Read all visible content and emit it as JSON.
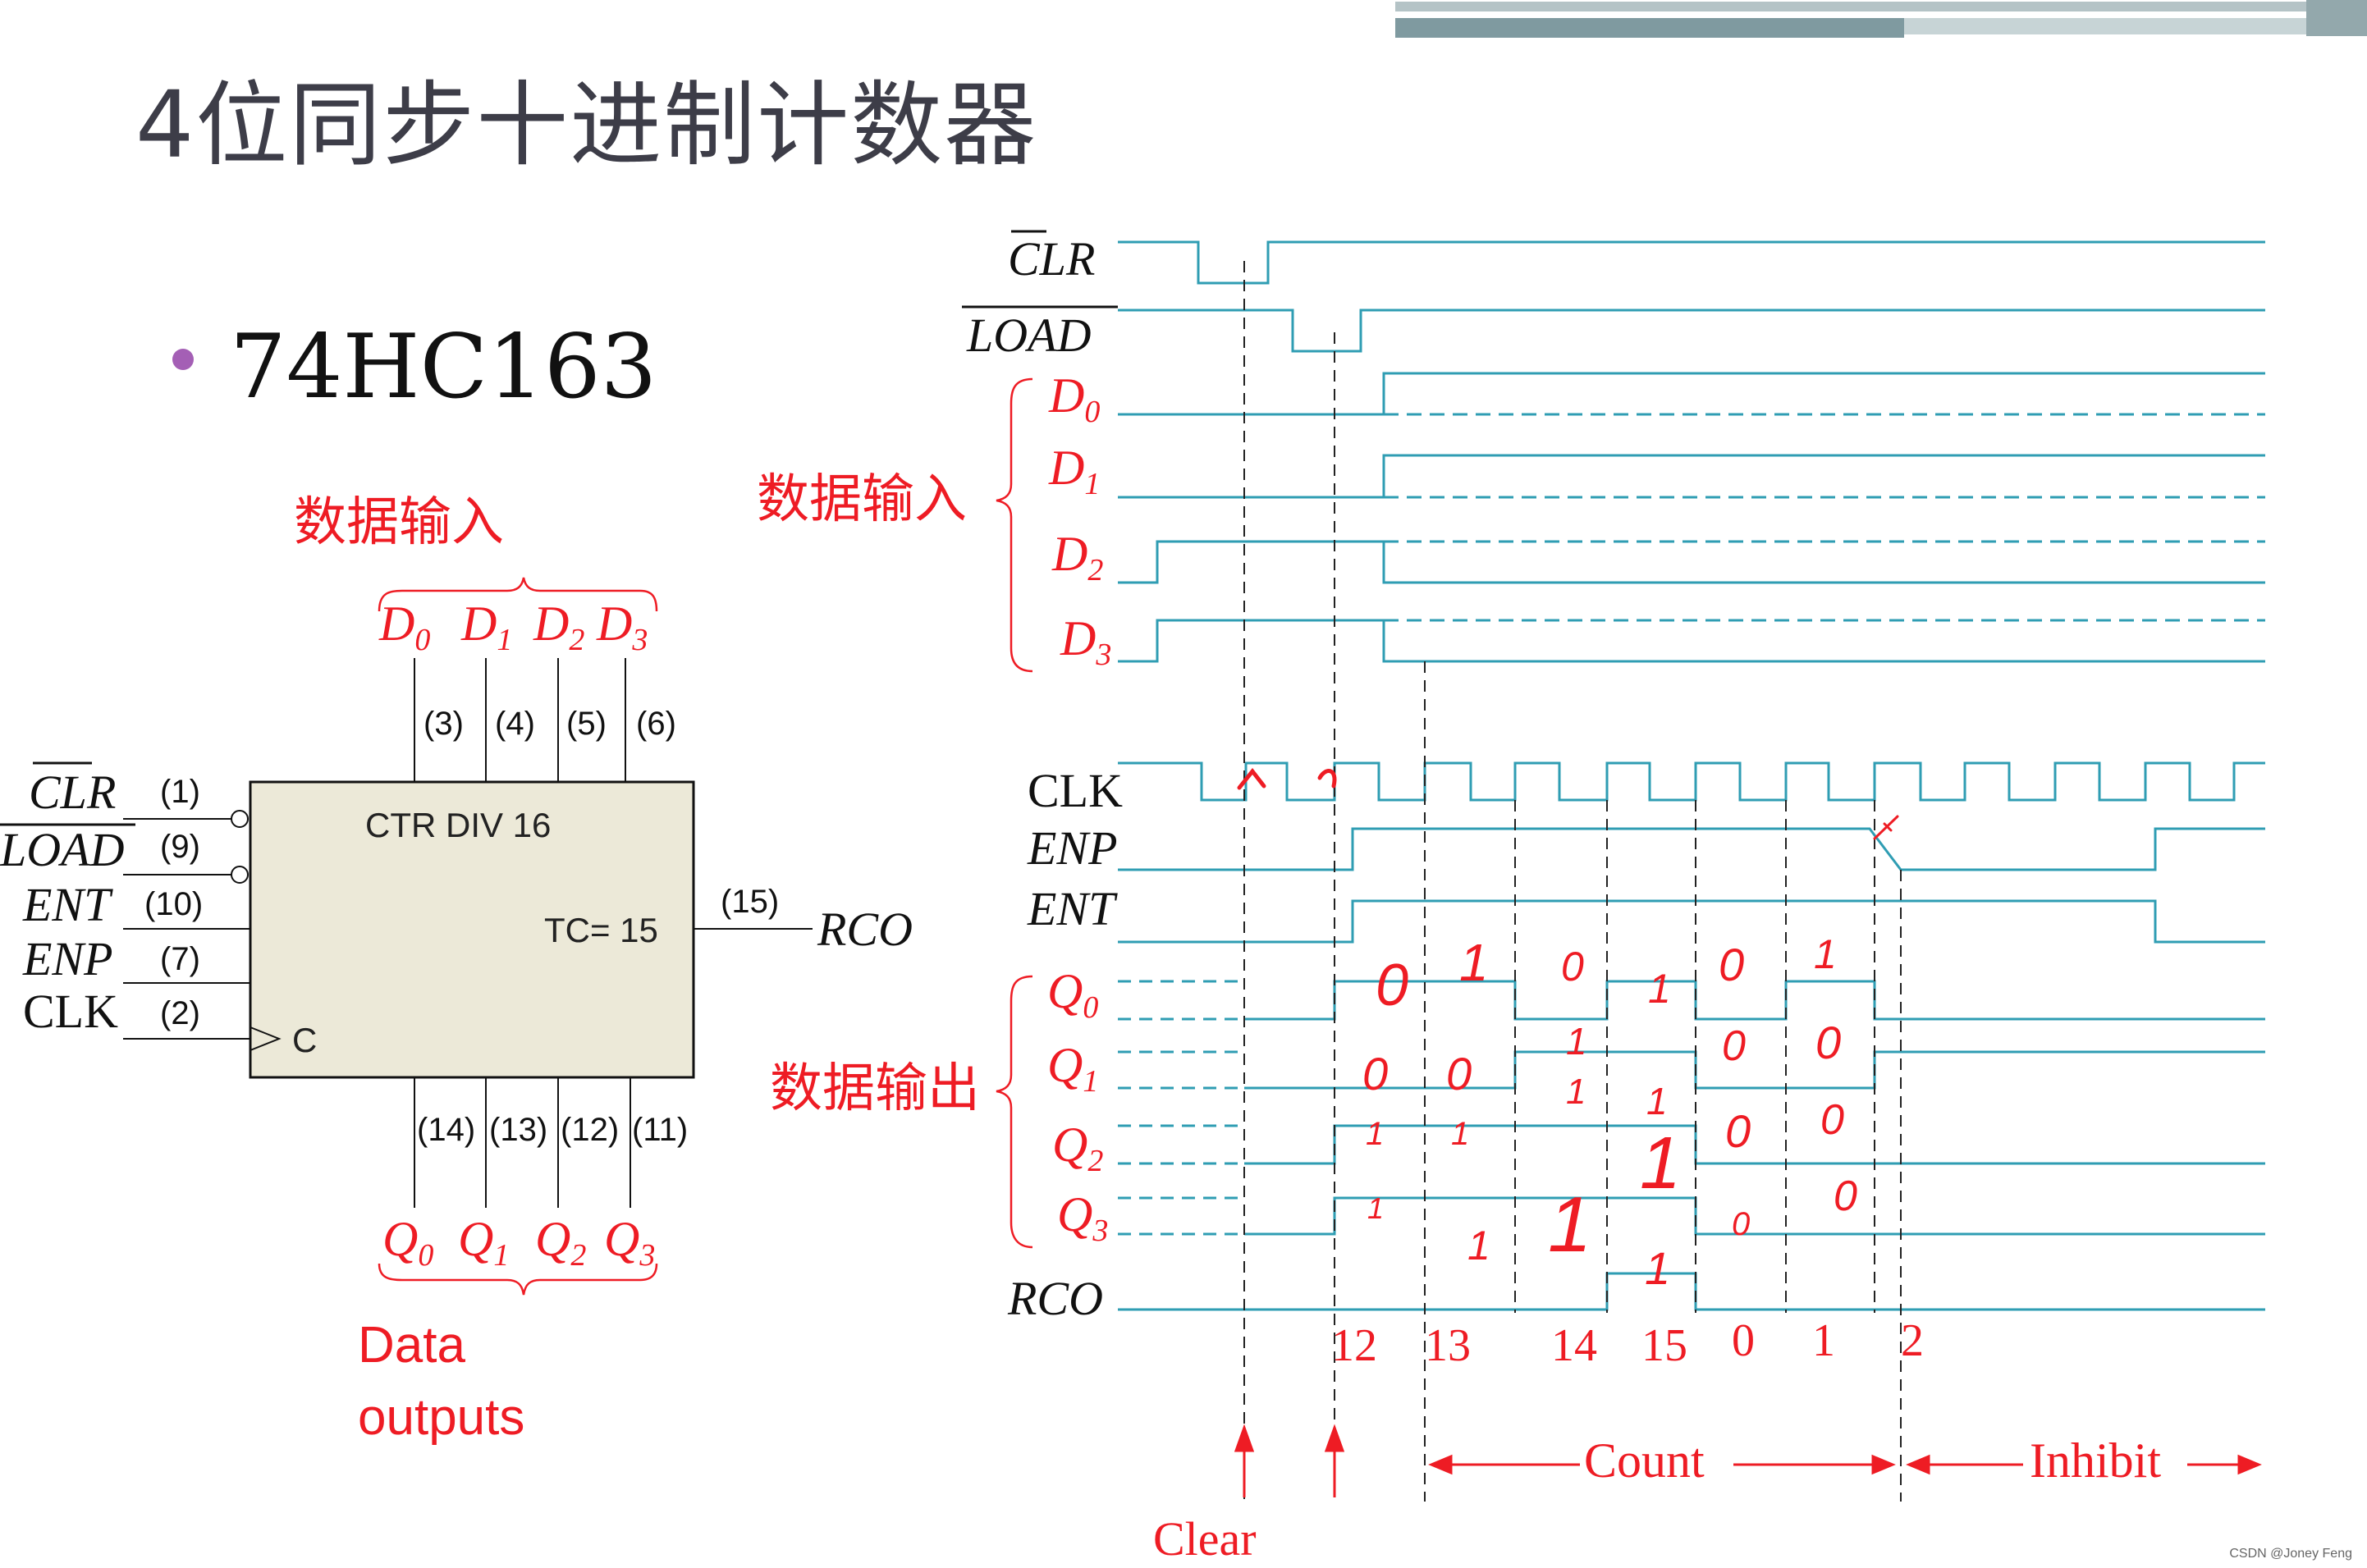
{
  "title": "4位同步十进制计数器",
  "bullet": "74HC163",
  "watermark": "CSDN @Joney Feng",
  "chip": {
    "name": "CTR DIV 16",
    "tc": "TC= 15",
    "clock_label": "C",
    "data_inputs_heading": "数据输入",
    "data_outputs_heading": "Data outputs",
    "top_pins": [
      {
        "name": "D",
        "sub": "0",
        "num": "(3)"
      },
      {
        "name": "D",
        "sub": "1",
        "num": "(4)"
      },
      {
        "name": "D",
        "sub": "2",
        "num": "(5)"
      },
      {
        "name": "D",
        "sub": "3",
        "num": "(6)"
      }
    ],
    "bottom_pins": [
      {
        "name": "Q",
        "sub": "0",
        "num": "(14)"
      },
      {
        "name": "Q",
        "sub": "1",
        "num": "(13)"
      },
      {
        "name": "Q",
        "sub": "2",
        "num": "(12)"
      },
      {
        "name": "Q",
        "sub": "3",
        "num": "(11)"
      }
    ],
    "left_pins": [
      {
        "name": "CLR",
        "num": "(1)",
        "overbar": true,
        "italic": true
      },
      {
        "name": "LOAD",
        "num": "(9)",
        "overbar": true,
        "italic": true
      },
      {
        "name": "ENT",
        "num": "(10)",
        "overbar": false,
        "italic": true
      },
      {
        "name": "ENP",
        "num": "(7)",
        "overbar": false,
        "italic": true
      },
      {
        "name": "CLK",
        "num": "(2)",
        "overbar": false,
        "italic": false
      }
    ],
    "right_pin": {
      "name": "RCO",
      "num": "(15)"
    }
  },
  "timing": {
    "signals": {
      "clr": "CLR",
      "load": "LOAD",
      "d0": "D",
      "d1": "D",
      "d2": "D",
      "d3": "D",
      "clk": "CLK",
      "enp": "ENP",
      "ent": "ENT",
      "q0": "Q",
      "q1": "Q",
      "q2": "Q",
      "q3": "Q",
      "rco": "RCO"
    },
    "subscripts": [
      "0",
      "1",
      "2",
      "3"
    ],
    "data_inputs_label": "数据输入",
    "data_outputs_label": "数据输出",
    "count_values": [
      "12",
      "13",
      "14",
      "15",
      "0",
      "1",
      "2"
    ],
    "clear_label": "Clear",
    "count_label": "Count",
    "inhibit_label": "Inhibit"
  },
  "annotations": {
    "q0_bits": [
      "0",
      "1",
      "0",
      "1",
      "0",
      "1"
    ],
    "q1_bits": [
      "0",
      "0",
      "1",
      "1",
      "0",
      "0"
    ],
    "q2_bits": [
      "1",
      "1",
      "1",
      "1",
      "0",
      "0"
    ],
    "q3_bits": [
      "1",
      "1",
      "1",
      "1",
      "0",
      "0"
    ]
  },
  "colors": {
    "wave": "#2f9db3",
    "red": "#ee1c24",
    "black": "#111111",
    "chip_fill": "#ece9d8"
  }
}
